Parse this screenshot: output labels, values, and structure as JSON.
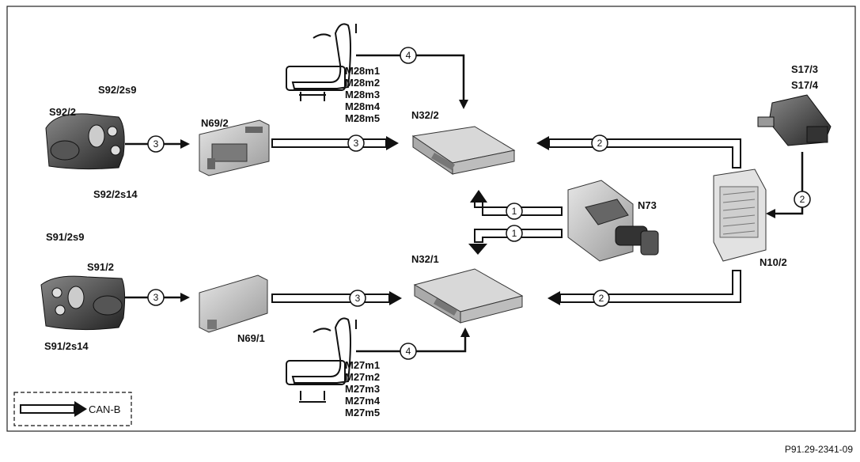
{
  "figure_ref": "P91.29-2341-09",
  "legend": {
    "label": "CAN-B"
  },
  "components": {
    "S92_2": "S92/2",
    "S92_2s9": "S92/2s9",
    "S92_2s14": "S92/2s14",
    "N69_2": "N69/2",
    "N32_2": "N32/2",
    "S17_3": "S17/3",
    "S17_4": "S17/4",
    "N73": "N73",
    "N10_2": "N10/2",
    "S91_2s9": "S91/2s9",
    "S91_2": "S91/2",
    "S91_2s14": "S91/2s14",
    "N69_1": "N69/1",
    "N32_1": "N32/1"
  },
  "motors_top": [
    "M28m1",
    "M28m2",
    "M28m3",
    "M28m4",
    "M28m5"
  ],
  "motors_bottom": [
    "M27m1",
    "M27m2",
    "M27m3",
    "M27m4",
    "M27m5"
  ],
  "circle_labels": {
    "c1a": "1",
    "c1b": "1",
    "c2a": "2",
    "c2b": "2",
    "c2c": "2",
    "c3a": "3",
    "c3b": "3",
    "c3c": "3",
    "c3d": "3",
    "c4a": "4",
    "c4b": "4"
  }
}
